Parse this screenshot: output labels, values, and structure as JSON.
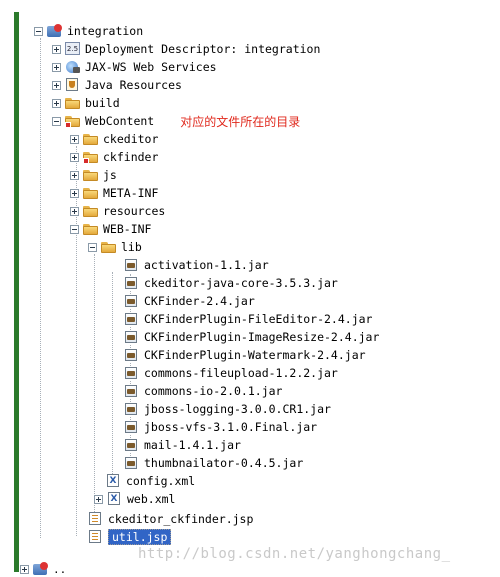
{
  "tree": {
    "root": "integration",
    "deployment_descriptor": "Deployment Descriptor: integration",
    "jax_ws": "JAX-WS Web Services",
    "java_resources": "Java Resources",
    "build": "build",
    "webcontent": "WebContent",
    "annotation": "对应的文件所在的目录",
    "ckeditor": "ckeditor",
    "ckfinder": "ckfinder",
    "js": "js",
    "meta_inf": "META-INF",
    "resources": "resources",
    "web_inf": "WEB-INF",
    "lib": "lib",
    "jars": [
      "activation-1.1.jar",
      "ckeditor-java-core-3.5.3.jar",
      "CKFinder-2.4.jar",
      "CKFinderPlugin-FileEditor-2.4.jar",
      "CKFinderPlugin-ImageResize-2.4.jar",
      "CKFinderPlugin-Watermark-2.4.jar",
      "commons-fileupload-1.2.2.jar",
      "commons-io-2.0.1.jar",
      "jboss-logging-3.0.0.CR1.jar",
      "jboss-vfs-3.1.0.Final.jar",
      "mail-1.4.1.jar",
      "thumbnailator-0.4.5.jar"
    ],
    "config_xml": "config.xml",
    "web_xml": "web.xml",
    "ckeditor_ckfinder_jsp": "ckeditor_ckfinder.jsp",
    "util_jsp": "util.jsp",
    "cut_item": ".."
  },
  "watermark": "http://blog.csdn.net/yanghongchang_",
  "colors": {
    "selection": "#3165c6",
    "annotation": "#e0281c",
    "left_bar": "#2b7a2b"
  }
}
